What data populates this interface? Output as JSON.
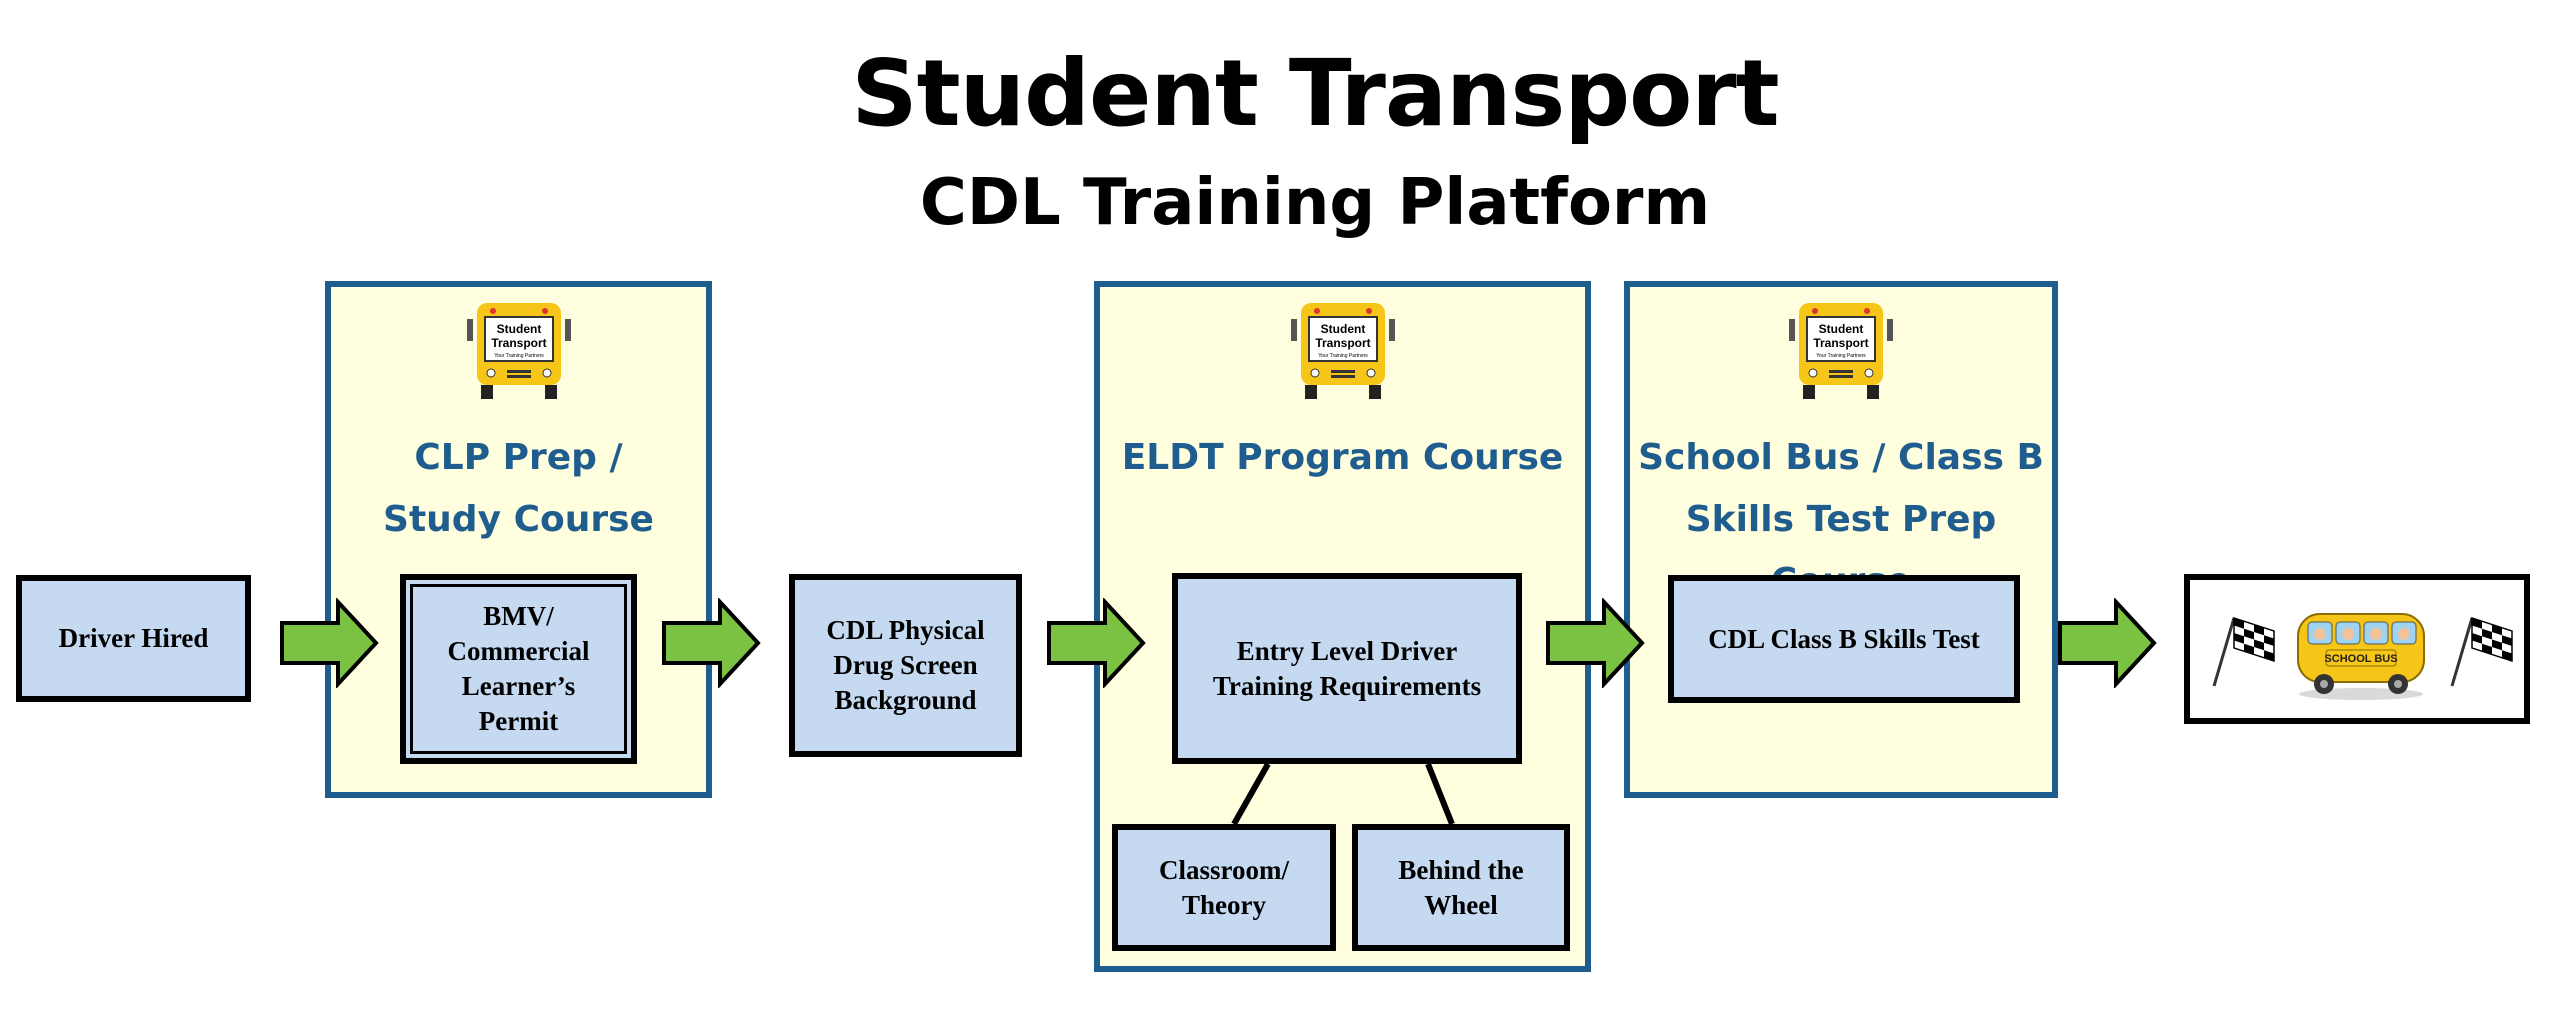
{
  "header": {
    "title": "Student Transport",
    "subtitle": "CDL Training Platform"
  },
  "logo": {
    "line1": "Student",
    "line2": "Transport",
    "tagline": "Your Training Partners"
  },
  "panels": {
    "clp": {
      "label_line1": "CLP Prep /",
      "label_line2": "Study Course"
    },
    "eldt": {
      "label_line1": "ELDT Program Course"
    },
    "skills": {
      "label_line1": "School Bus / Class B",
      "label_line2": "Skills Test Prep Course"
    }
  },
  "steps": {
    "driver_hired": "Driver Hired",
    "permit": "BMV/\nCommercial\nLearner’s\nPermit",
    "physical": "CDL Physical\nDrug Screen\nBackground",
    "eldt_req": "Entry Level Driver\nTraining Requirements",
    "classroom": "Classroom/\nTheory",
    "behind_wheel": "Behind the\nWheel",
    "skills_test": "CDL Class B Skills Test"
  },
  "finish": {
    "bus_sign": "SCHOOL BUS"
  },
  "colors": {
    "panel_fill": "#ffffe0",
    "panel_border": "#1f5d8e",
    "box_fill": "#c5d9f1",
    "arrow_fill": "#7cc242",
    "bus_yellow": "#f5c518"
  }
}
